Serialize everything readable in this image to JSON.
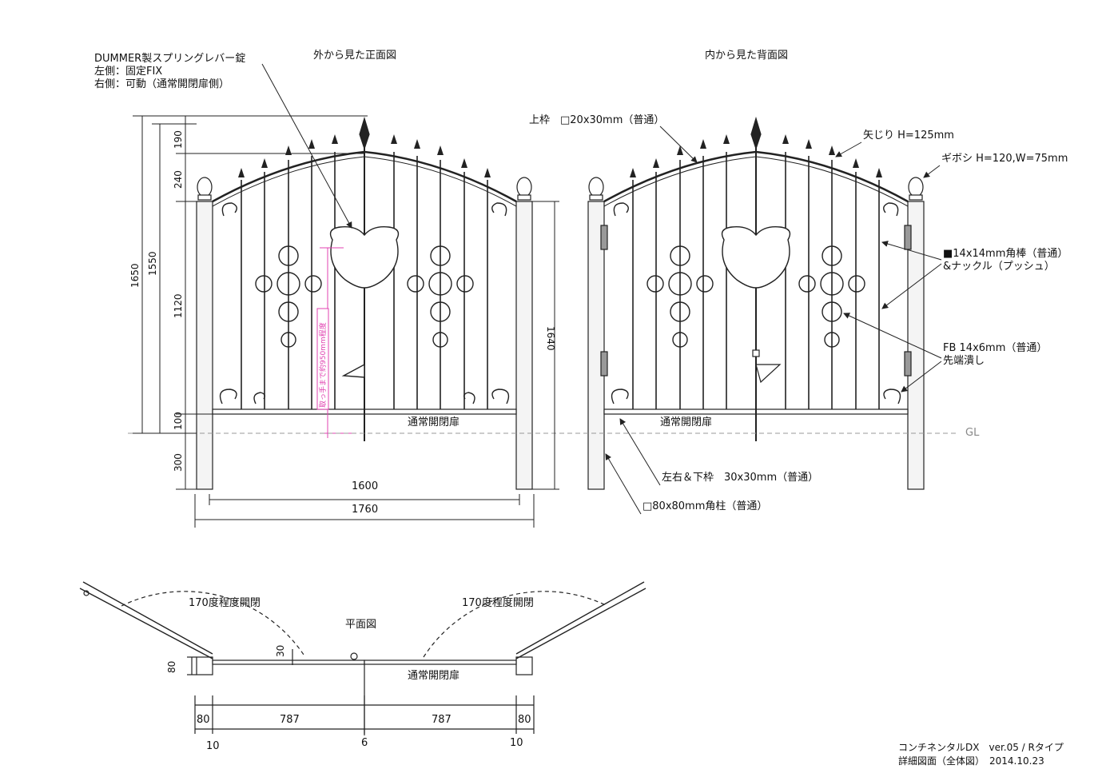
{
  "titles": {
    "front": "外から見た正面図",
    "back": "内から見た背面図",
    "plan": "平面図"
  },
  "lock_note": {
    "line1": "DUMMER製スプリングレバー錠",
    "line2": "左側：固定FIX",
    "line3": "右側：可動（通常開閉扉側）"
  },
  "callouts": {
    "top_frame": "上枠　□20x30mm（普通）",
    "arrowhead": "矢じり H=125mm",
    "finial": "ギボシ H=120,W=75mm",
    "bar1": "■14x14mm角棒（普通）",
    "bar2": "&ナックル（プッシュ）",
    "fb1": "FB 14x6mm（普通）",
    "fb2": "先端潰し",
    "side_frame": "左右＆下枠　30x30mm（普通）",
    "post": "□80x80mm角柱（普通）"
  },
  "labels": {
    "normal_door_front": "通常開閉扉",
    "normal_door_back": "通常開閉扉",
    "normal_door_plan": "通常開閉扉",
    "gl": "GL",
    "handle_height": "取っ手まで約950mm程度",
    "open_left": "170度程度開閉",
    "open_right": "170度程度開閉"
  },
  "dimensions": {
    "d1650": "1650",
    "d1550": "1550",
    "d190": "190",
    "d240": "240",
    "d1120": "1120",
    "d100": "100",
    "d300": "300",
    "d1640": "1640",
    "d1600": "1600",
    "d1760": "1760",
    "d30": "30",
    "d80_vertical": "80",
    "d80_left": "80",
    "d80_right": "80",
    "d787_left": "787",
    "d787_right": "787",
    "d10_left": "10",
    "d10_right": "10",
    "d6": "6"
  },
  "footer": {
    "line1": "コンチネンタルDX　ver.05 / Rタイプ",
    "line2": "詳細図面（全体図）　2014.10.23"
  },
  "colors": {
    "line": "#222222",
    "post_fill": "#f4f4f4",
    "handle_marker": "#e040b0",
    "gl_line": "#999999"
  }
}
